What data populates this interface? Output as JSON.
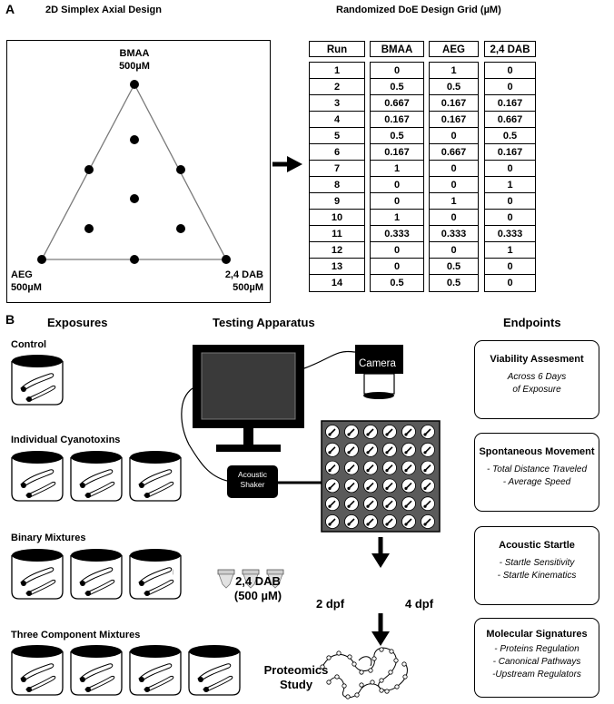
{
  "panel_a": {
    "letter": "A",
    "simplex_title": "2D Simplex Axial Design",
    "grid_title": "Randomized DoE Design Grid (µM)",
    "vertex_top": {
      "name": "BMAA",
      "conc": "500µM"
    },
    "vertex_left": {
      "name": "AEG",
      "conc": "500µM"
    },
    "vertex_right": {
      "name": "2,4 DAB",
      "conc": "500µM"
    }
  },
  "design_grid": {
    "headers": [
      "Run",
      "BMAA",
      "AEG",
      "2,4 DAB"
    ],
    "run": [
      "1",
      "2",
      "3",
      "4",
      "5",
      "6",
      "7",
      "8",
      "9",
      "10",
      "11",
      "12",
      "13",
      "14"
    ],
    "bmaa": [
      "0",
      "0.5",
      "0.667",
      "0.167",
      "0.5",
      "0.167",
      "1",
      "0",
      "0",
      "1",
      "0.333",
      "0",
      "0",
      "0.5"
    ],
    "aeg": [
      "1",
      "0.5",
      "0.167",
      "0.167",
      "0",
      "0.667",
      "0",
      "0",
      "1",
      "0",
      "0.333",
      "0",
      "0.5",
      "0.5"
    ],
    "dab": [
      "0",
      "0",
      "0.167",
      "0.667",
      "0.5",
      "0.167",
      "0",
      "1",
      "0",
      "0",
      "0.333",
      "1",
      "0",
      "0"
    ]
  },
  "panel_b": {
    "letter": "B",
    "exposures_title": "Exposures",
    "apparatus_title": "Testing Apparatus",
    "endpoints_title": "Endpoints",
    "groups": [
      "Control",
      "Individual Cyanotoxins",
      "Binary Mixtures",
      "Three Component Mixtures"
    ],
    "camera_label": "Camera",
    "shaker_label_1": "Acoustic",
    "shaker_label_2": "Shaker",
    "dab_label_1": "2,4 DAB",
    "dab_label_2": "(500 µM)",
    "dpf_2": "2 dpf",
    "dpf_4": "4 dpf",
    "proteomics_1": "Proteomics",
    "proteomics_2": "Study"
  },
  "endpoints": [
    {
      "title": "Viability Assesment",
      "lines": [
        "Across 6 Days",
        "of Exposure"
      ]
    },
    {
      "title": "Spontaneous Movement",
      "lines": [
        "- Total Distance Traveled",
        "- Average Speed"
      ]
    },
    {
      "title": "Acoustic Startle",
      "lines": [
        "- Startle Sensitivity",
        "- Startle Kinematics"
      ]
    },
    {
      "title": "Molecular Signatures",
      "lines": [
        "- Proteins Regulation",
        "- Canonical Pathways",
        "-Upstream Regulators"
      ]
    }
  ],
  "colors": {
    "well_plate": "#5a5a5a",
    "monitor_screen": "#3a3a3a",
    "ink": "#000000",
    "tube": "#cfcfcf"
  }
}
